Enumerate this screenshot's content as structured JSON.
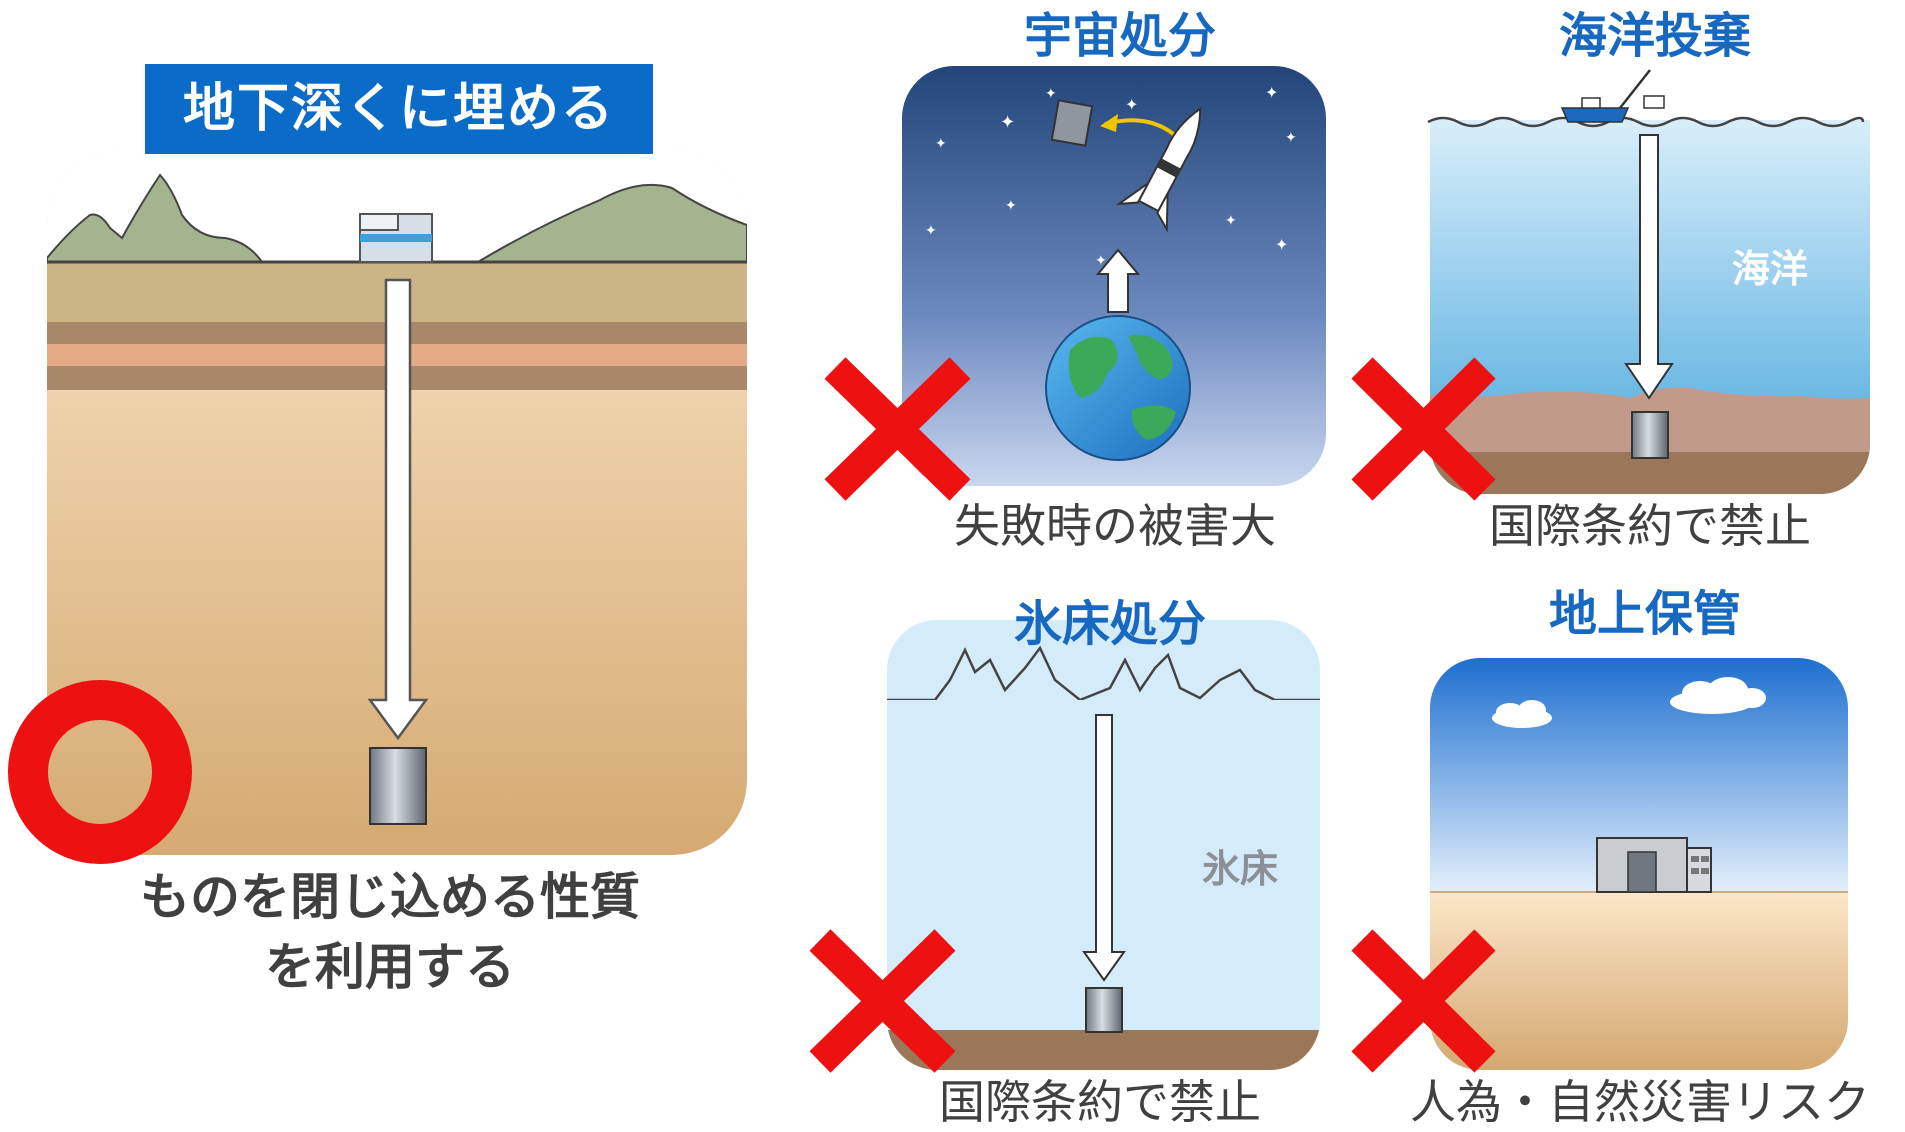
{
  "main_method": {
    "title": "地下深くに埋める",
    "caption_line1": "ものを閉じ込める性質",
    "caption_line2": "を利用する",
    "verdict": "circle"
  },
  "alternatives": [
    {
      "title": "宇宙処分",
      "caption": "失敗時の被害大",
      "verdict": "cross"
    },
    {
      "title": "海洋投棄",
      "caption": "国際条約で禁止",
      "label": "海洋",
      "verdict": "cross"
    },
    {
      "title": "氷床処分",
      "caption": "国際条約で禁止",
      "label": "氷床",
      "verdict": "cross"
    },
    {
      "title": "地上保管",
      "caption": "人為・自然災害リスク",
      "verdict": "cross"
    }
  ],
  "colors": {
    "accent_blue": "#0a6cc8",
    "heading_blue": "#1668c0",
    "cross_red": "#ee1111",
    "circle_red": "#ee1111"
  }
}
